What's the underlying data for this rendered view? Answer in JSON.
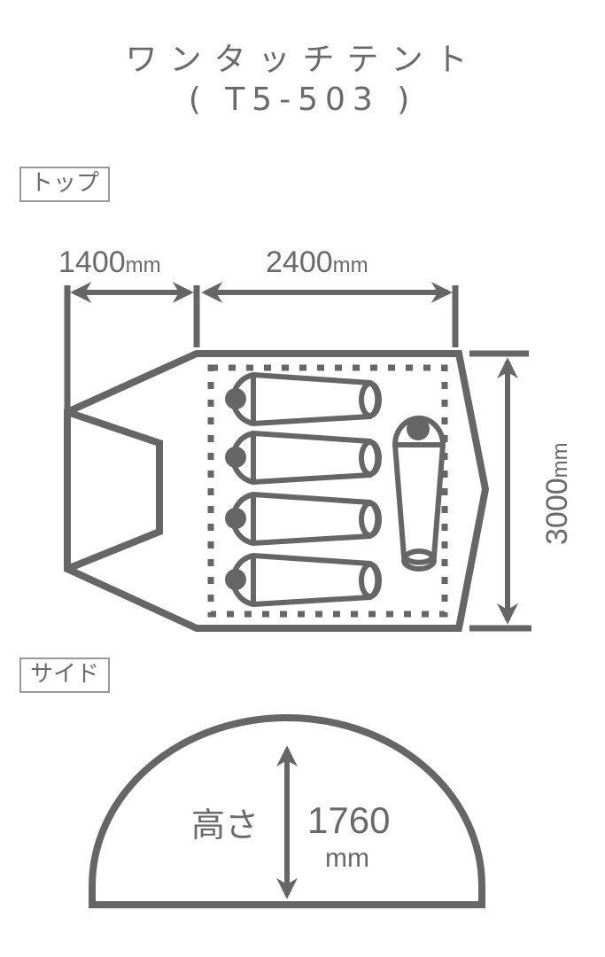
{
  "title": {
    "product_name": "ワンタッチテント",
    "model": "( T5-503 )"
  },
  "sections": {
    "top_view": {
      "label": "トップ",
      "dimensions": {
        "vestibule_length": "1400",
        "inner_length": "2400",
        "width": "3000",
        "unit": "mm"
      },
      "sleeping_bags": 5
    },
    "side_view": {
      "label": "サイド",
      "height_label": "高さ",
      "height_value": "1760",
      "unit": "mm"
    }
  },
  "colors": {
    "line": "#666666",
    "label_border": "#9a9a9a",
    "background": "#ffffff"
  }
}
